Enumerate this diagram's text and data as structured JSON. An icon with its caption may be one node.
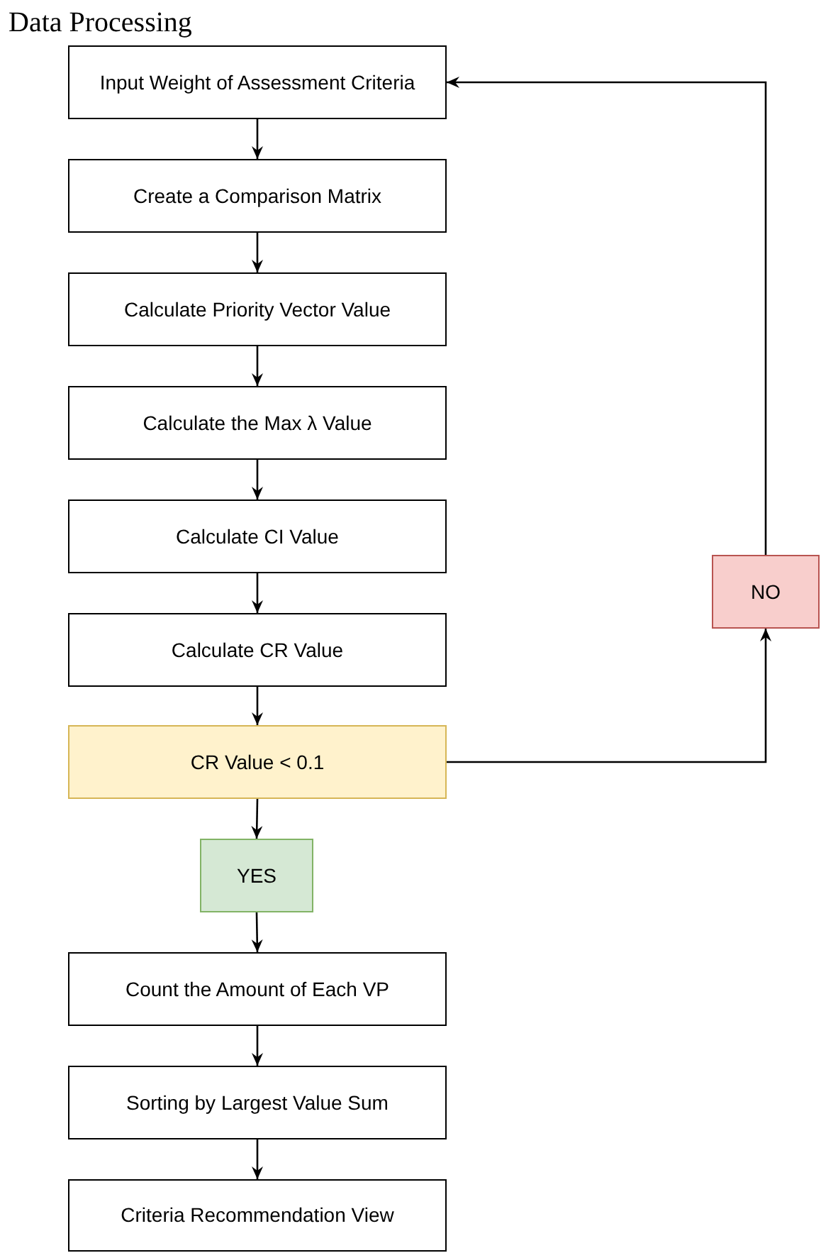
{
  "diagram": {
    "title": "Data Processing",
    "nodes": [
      {
        "text": [
          "Input Weight of Assessment Criteria"
        ]
      },
      {
        "text": [
          "Create a Comparison Matrix"
        ]
      },
      {
        "text": [
          "Calculate Priority Vector Value"
        ]
      },
      {
        "text": [
          "Calculate the Max λ Value"
        ]
      },
      {
        "text": [
          "Calculate CI Value"
        ]
      },
      {
        "text": [
          "Calculate CR Value"
        ]
      },
      {
        "text": [
          "CR Value < 0.1"
        ]
      },
      {
        "text": [
          "NO"
        ]
      },
      {
        "text": [
          "YES"
        ]
      },
      {
        "text": [
          "Count the Amount of Each VP"
        ]
      },
      {
        "text": [
          "Sorting by Largest Value Sum"
        ]
      },
      {
        "text": [
          "Criteria Recommendation View"
        ]
      }
    ],
    "edges": [
      {
        "from": 0,
        "to": 1,
        "arrow": "to"
      },
      {
        "from": 1,
        "to": 2,
        "arrow": "to"
      },
      {
        "from": 2,
        "to": 3,
        "arrow": "to"
      },
      {
        "from": 3,
        "to": 4,
        "arrow": "to"
      },
      {
        "from": 4,
        "to": 5,
        "arrow": "to"
      },
      {
        "from": 5,
        "to": 6,
        "arrow": "to"
      },
      {
        "from": 6,
        "to": 7,
        "arrow": "to"
      },
      {
        "from": 7,
        "to": 0,
        "arrow": "to"
      },
      {
        "from": 6,
        "to": 8,
        "arrow": "to"
      },
      {
        "from": 8,
        "to": 9,
        "arrow": "to"
      },
      {
        "from": 9,
        "to": 10,
        "arrow": "to"
      },
      {
        "from": 10,
        "to": 11,
        "arrow": "to"
      }
    ]
  }
}
